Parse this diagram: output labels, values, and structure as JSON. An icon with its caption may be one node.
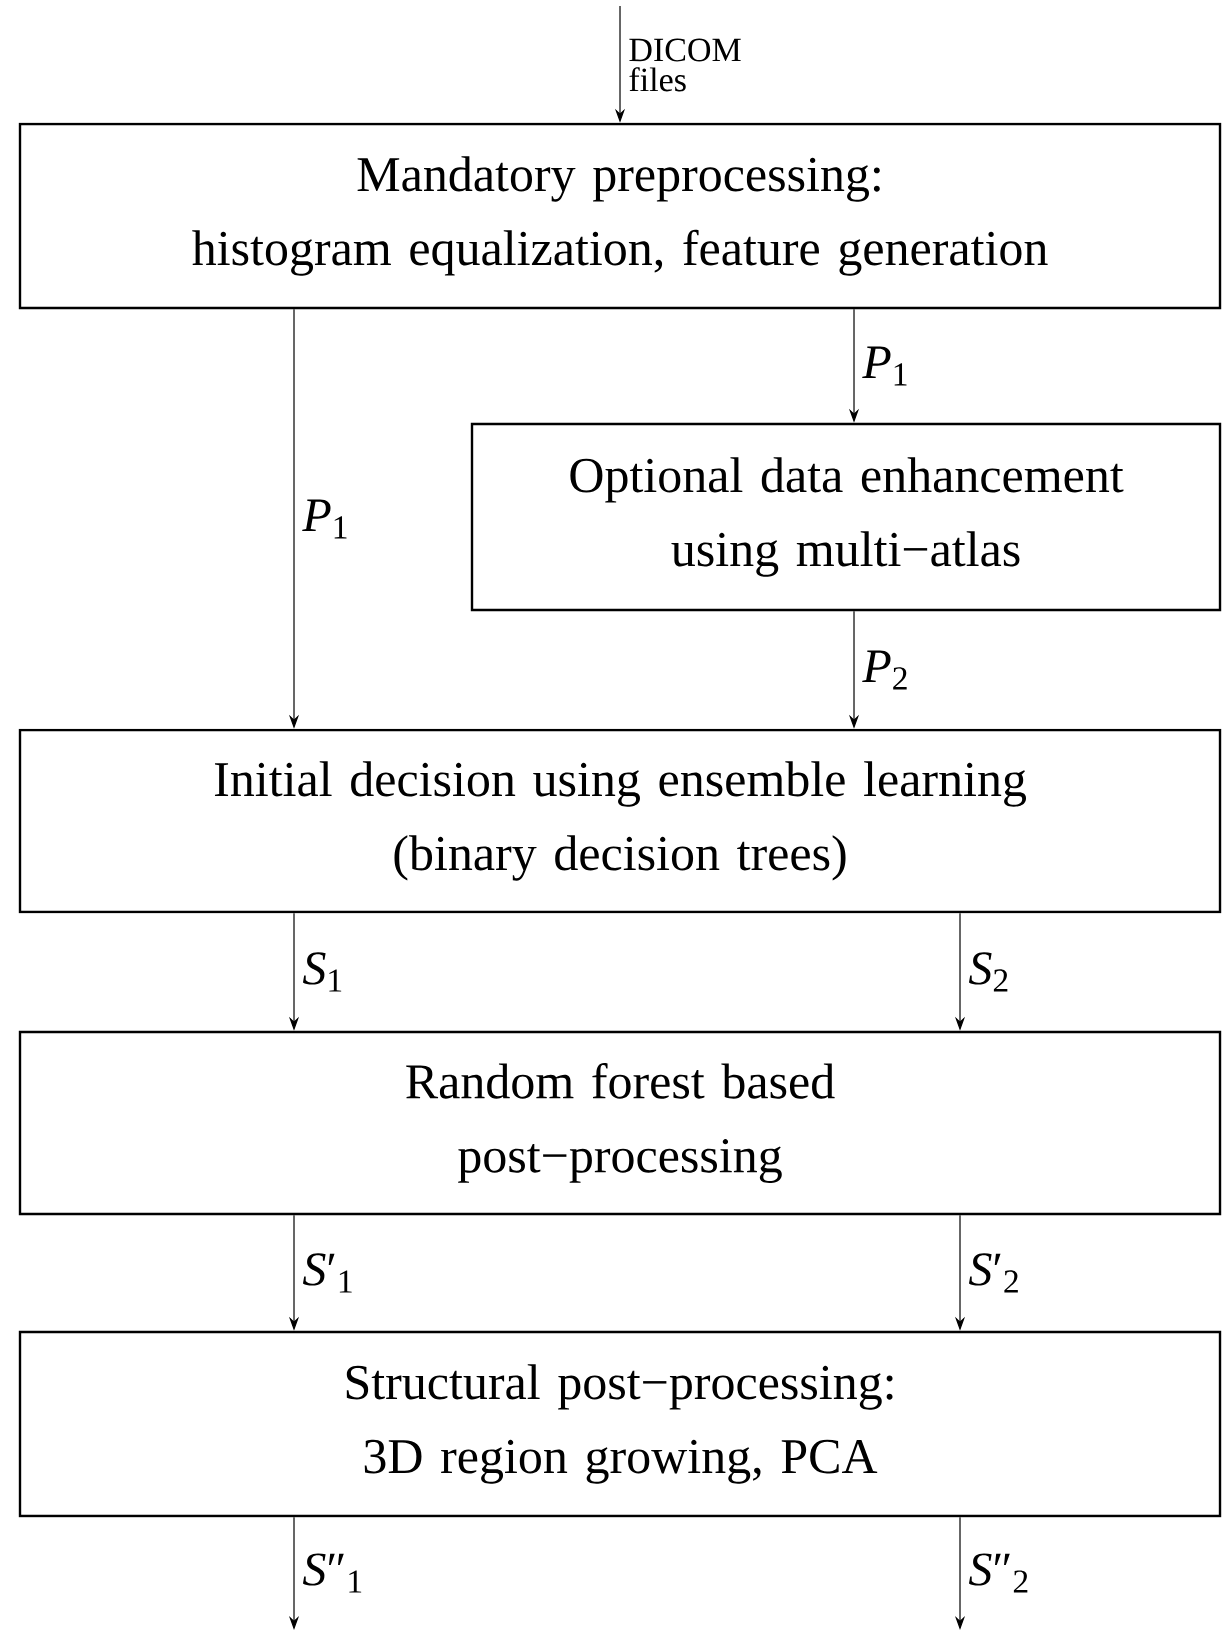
{
  "diagram": {
    "nodes": [
      {
        "text": [
          "Mandatory preprocessing:",
          "histogram equalization, feature generation"
        ]
      },
      {
        "text": [
          "Optional data enhancement using multi−atlas"
        ]
      },
      {
        "text": [
          "Initial decision using ensemble learning",
          "(binary decision trees)"
        ]
      },
      {
        "text": [
          "Random forest based post−processing"
        ]
      },
      {
        "text": [
          "Structural post−processing:",
          "3D region growing, PCA"
        ]
      }
    ],
    "edges": [
      {
        "from": null,
        "to": 0,
        "arrow": "to",
        "label": "DICOM files"
      },
      {
        "from": 0,
        "to": 2,
        "arrow": "to",
        "label": "*P*$_{1}$"
      },
      {
        "from": 0,
        "to": 1,
        "arrow": "to",
        "label": "*P*$_{1}$"
      },
      {
        "from": 1,
        "to": 2,
        "arrow": "to",
        "label": "*P*$_{2}$"
      },
      {
        "from": 2,
        "to": 3,
        "arrow": "to",
        "label": "*S*$_{1}$"
      },
      {
        "from": 2,
        "to": 3,
        "arrow": "to",
        "label": "*S*$_{2}$"
      },
      {
        "from": 3,
        "to": 4,
        "arrow": "to",
        "label": "*S*′$_{1}$"
      },
      {
        "from": 3,
        "to": 4,
        "arrow": "to",
        "label": "*S*′$_{2}$"
      },
      {
        "from": 4,
        "to": null,
        "arrow": "to",
        "label": "*S*″$_{1}$"
      },
      {
        "from": 4,
        "to": null,
        "arrow": "to",
        "label": "*S*″$_{2}$"
      }
    ]
  }
}
